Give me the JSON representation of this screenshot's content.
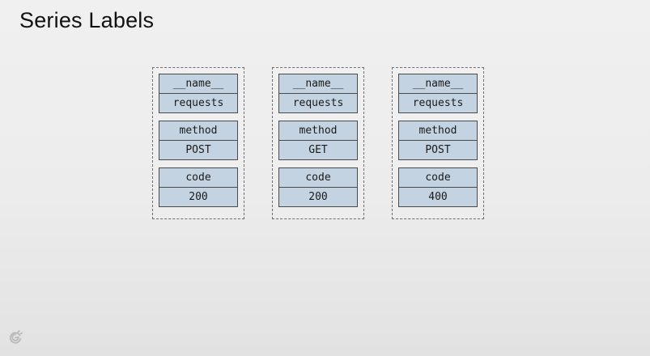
{
  "title": "Series Labels",
  "series": [
    {
      "labels": [
        {
          "key": "__name__",
          "value": "requests"
        },
        {
          "key": "method",
          "value": "POST"
        },
        {
          "key": "code",
          "value": "200"
        }
      ]
    },
    {
      "labels": [
        {
          "key": "__name__",
          "value": "requests"
        },
        {
          "key": "method",
          "value": "GET"
        },
        {
          "key": "code",
          "value": "200"
        }
      ]
    },
    {
      "labels": [
        {
          "key": "__name__",
          "value": "requests"
        },
        {
          "key": "method",
          "value": "POST"
        },
        {
          "key": "code",
          "value": "400"
        }
      ]
    }
  ],
  "colors": {
    "cell_fill": "#c3d3e1",
    "cell_border": "#4a4a4a",
    "dashed_border": "#6e6e6e"
  },
  "icons": {
    "logo": "grafana-logo-icon"
  }
}
